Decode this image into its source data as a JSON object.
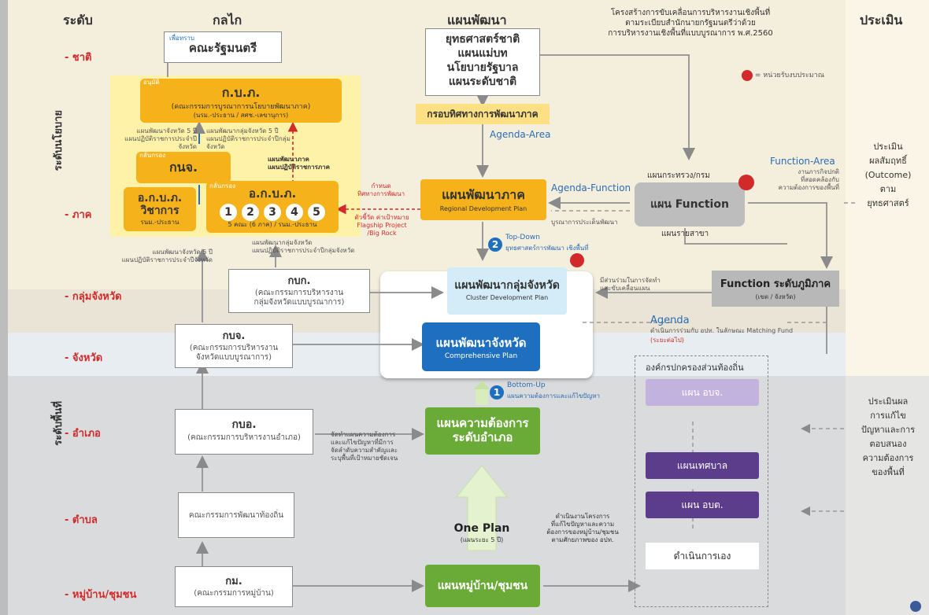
{
  "headers": {
    "level": "ระดับ",
    "mechanism": "กลไก",
    "plan": "แผนพัฒนา",
    "evaluation": "ประเมิน"
  },
  "structure_title": "โครงสร้างการขับเคลื่อนการบริหารงานเชิงพื้นที่\nตามระเบียบสำนักนายกรัฐมนตรีว่าด้วย\nการบริหารงานเชิงพื้นที่แบบบูรณาการ พ.ศ.2560",
  "legend_budget": "= หน่วยรับงบประมาณ",
  "levels": {
    "national": "- ชาติ",
    "regional": "- ภาค",
    "cluster": "- กลุ่มจังหวัด",
    "province": "- จังหวัด",
    "district": "- อำเภอ",
    "subdistrict": "- ตำบล",
    "village": "- หมู่บ้าน/ชุมชน"
  },
  "side_labels": {
    "policy": "ระดับนโยบาย",
    "area": "ระดับพื้นที่"
  },
  "mechanism": {
    "cabinet_note": "เพื่อทราบ",
    "cabinet": "คณะรัฐมนตรี",
    "approve": "อนุมัติ",
    "kbp_title": "ก.บ.ภ.",
    "kbp_sub": "(คณะกรรมการบูรณาการนโยบายพัฒนาภาค)",
    "kbp_chair": "(นรม.-ประธาน / สศช.-เลขานุการ)",
    "left_flow_1": "แผนพัฒนาจังหวัด 5 ปี\nแผนปฏิบัติราชการประจำปีจังหวัด",
    "left_flow_2": "แผนพัฒนากลุ่มจังหวัด 5 ปี\nแผนปฏิบัติราชการประจำปีกลุ่มจังหวัด",
    "screen": "กลั่นกรอง",
    "knj": "กนจ.",
    "regional_plan_note": "แผนพัฒนาภาค\nแผนปฏิบัติราชการภาค",
    "akbp_left_title": "อ.ก.บ.ภ.\nวิชาการ",
    "akbp_left_chair": "รนม.-ประธาน",
    "akbp_right_title": "อ.ก.บ.ภ.",
    "akbp_circles": [
      "1",
      "2",
      "3",
      "4",
      "5"
    ],
    "akbp_right_sub": "5 คณะ (6 ภาค) / รนม.-ประธาน",
    "direction_note": "กำหนด\nทิศทางการพัฒนา",
    "flagship_note": "ตัวชี้วัด ค่าเป้าหมาย\nFlagship Project\n/Big Rock",
    "below_left_1": "แผนพัฒนาจังหวัด 5 ปี\nแผนปฏิบัติราชการประจำปีจังหวัด",
    "below_left_2": "แผนพัฒนากลุ่มจังหวัด\nแผนปฏิบัติราชการประจำปีกลุ่มจังหวัด",
    "kbpk_title": "กบก.",
    "kbpk_sub": "(คณะกรรมการบริหารงาน\nกลุ่มจังหวัดแบบบูรณาการ)",
    "kbj_title": "กบจ.",
    "kbj_sub": "(คณะกรรมการบริหารงาน\nจังหวัดแบบบูรณาการ)",
    "kbo_title": "กบอ.",
    "kbo_sub": "(คณะกรรมการบริหารงานอำเภอ)",
    "district_note": "จัดทำแผนความต้องการ\nและแก้ไขปัญหาที่มีการ\nจัดลำดับความสำคัญและ\nระบุพื้นที่เป้าหมายชัดเจน",
    "local_committee": "คณะกรรมการพัฒนาท้องถิ่น",
    "village_title": "กม.",
    "village_sub": "(คณะกรรมการหมู่บ้าน)"
  },
  "plans": {
    "national_plan": "ยุทธศาสตร์ชาติ\nแผนแม่บท\nนโยบายรัฐบาล\nแผนระดับชาติ",
    "regional_framework": "กรอบทิศทางการพัฒนาภาค",
    "agenda_area": "Agenda-Area",
    "regional_plan_th": "แผนพัฒนาภาค",
    "regional_plan_en": "Regional Development Plan",
    "agenda_function": "Agenda-Function",
    "integrated_note": "บูรณาการประเด็นพัฒนา",
    "topdown_num": "2",
    "topdown_title": "Top-Down",
    "topdown_sub": "ยุทธศาสตร์การพัฒนา เชิงพื้นที่",
    "cluster_th": "แผนพัฒนากลุ่มจังหวัด",
    "cluster_en": "Cluster Development Plan",
    "province_th": "แผนพัฒนาจังหวัด",
    "province_en": "Comprehensive Plan",
    "bottomup_num": "1",
    "bottomup_title": "Bottom-Up",
    "bottomup_sub": "แผนความต้องการและแก้ไขปัญหา",
    "district_plan": "แผนความต้องการ\nระดับอำเภอ",
    "one_plan": "One Plan",
    "one_plan_sub": "(แผนระยะ 5 ปี)",
    "village_plan": "แผนหมู่บ้าน/ชุมชน",
    "village_note": "ดำเนินงานโครงการ\nที่แก้ไขปัญหาและความ\nต้องการของหมู่บ้าน/ชุมชน\nตามศักยภาพของ อปท."
  },
  "function": {
    "ministry_plan": "แผนกระทรวง/กรม",
    "function_plan": "แผน Function",
    "sector_plan": "แผนรายสาขา",
    "function_area": "Function-Area",
    "function_area_note": "งานภารกิจปกติ\nที่สอดคล้องกับ\nความต้องการของพื้นที่",
    "regional_function": "Function ระดับภูมิภาค",
    "regional_function_sub": "(เขต / จังหวัด)",
    "participate_note": "มีส่วนร่วมในการจัดทำ\nและขับเคลื่อนแผน",
    "agenda": "Agenda",
    "agenda_note": "ดำเนินการร่วมกับ อปท. ในลักษณะ Matching Fund",
    "agenda_red": "(ระยะต่อไป)"
  },
  "local": {
    "title": "องค์กรปกครองส่วนท้องถิ่น",
    "pao": "แผน อบจ.",
    "municipal": "แผนเทศบาล",
    "sao": "แผน อบต.",
    "self": "ดำเนินการเอง"
  },
  "evaluation": {
    "policy": "ประเมิน\nผลสัมฤทธิ์\n(Outcome)\nตาม\nยุทธศาสตร์",
    "area": "ประเมินผล\nการแก้ไข\nปัญหาและการ\nตอบสนอง\nความต้องการ\nของพื้นที่"
  },
  "colors": {
    "gold": "#f5b21b",
    "green": "#6aab38",
    "blue": "#1f6fc1",
    "purple": "#5b3d8c",
    "red_level": "#d22a2a"
  }
}
